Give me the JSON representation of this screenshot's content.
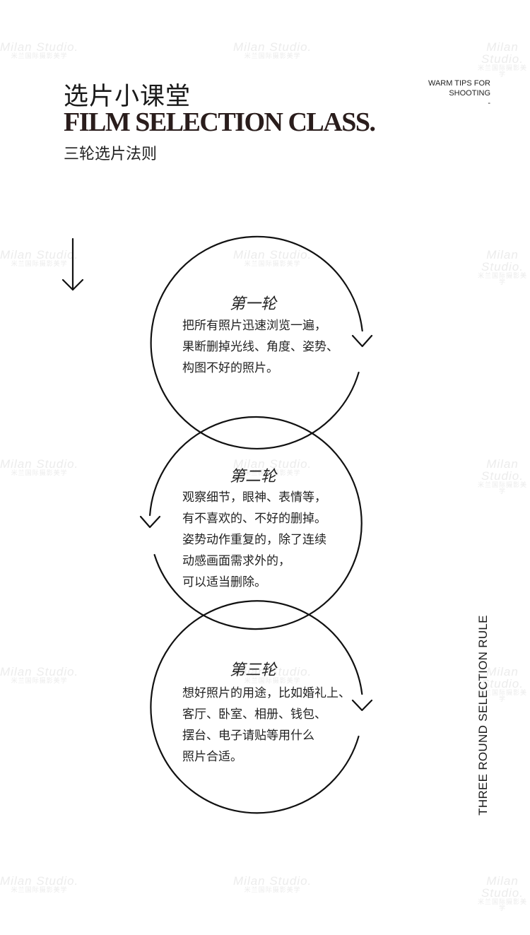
{
  "header": {
    "title_cn": "选片小课堂",
    "title_en": "FILM SELECTION CLASS.",
    "subtitle": "三轮选片法则"
  },
  "tips": {
    "line1": "WARM TIPS FOR",
    "line2": "SHOOTING",
    "line3": "-"
  },
  "side_label": "THREE ROUND SELECTION RULE",
  "watermark": {
    "en": "Milan  Studio.",
    "cn": "米兰国际摄影美学"
  },
  "rounds": [
    {
      "title": "第一轮",
      "lines": [
        "把所有照片迅速浏览一遍，",
        "果断删掉光线、角度、姿势、",
        "构图不好的照片。"
      ]
    },
    {
      "title": "第二轮",
      "lines": [
        "观察细节，眼神、表情等，",
        "有不喜欢的、不好的删掉。",
        "姿势动作重复的，除了连续",
        "动感画面需求外的，",
        "可以适当删除。"
      ]
    },
    {
      "title": "第三轮",
      "lines": [
        "想好照片的用途，比如婚礼上、",
        "客厅、卧室、相册、钱包、",
        "摆台、电子请贴等用什么",
        "照片合适。"
      ]
    }
  ],
  "colors": {
    "text": "#1a1a1a",
    "title_en": "#2a1d1c",
    "watermark": "#ececec",
    "background": "#ffffff"
  },
  "icons": [
    "arrow-down-icon",
    "curved-arrow-icon"
  ]
}
